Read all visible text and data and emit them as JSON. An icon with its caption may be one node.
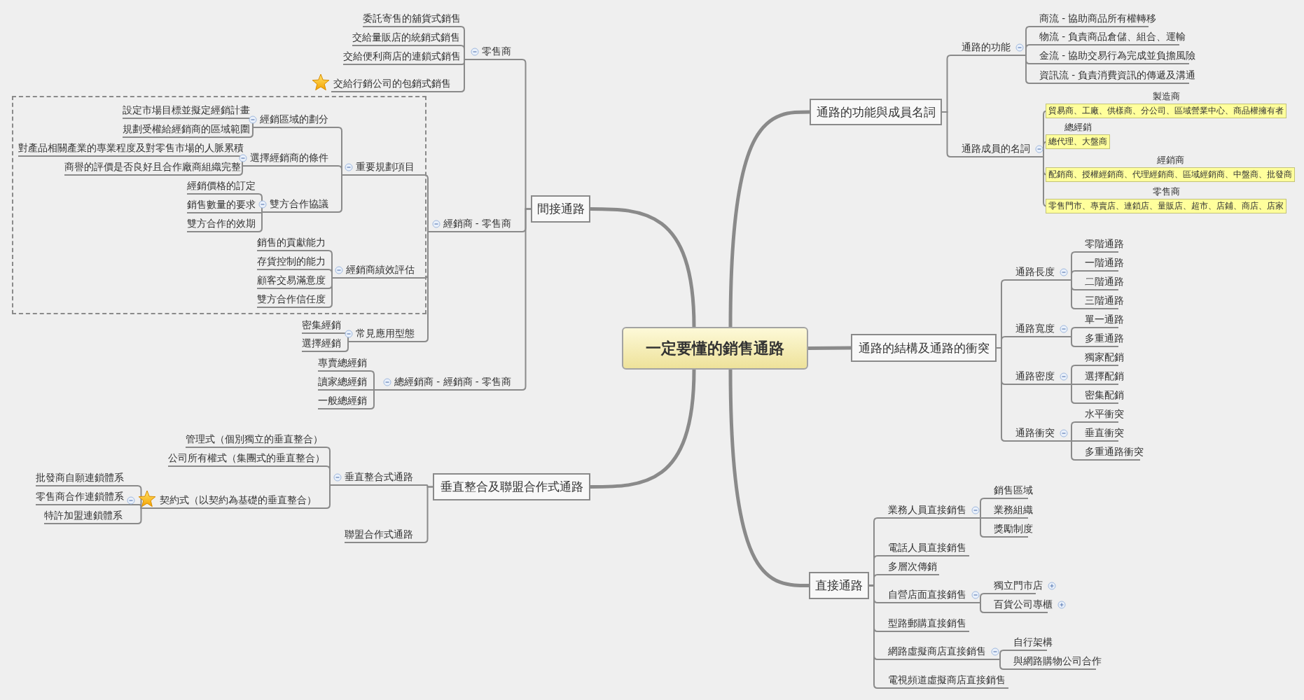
{
  "diagram": {
    "nodes": [
      {
        "text": [
          "一定要懂的銷售通路"
        ]
      },
      {
        "text": [
          "間接通路"
        ]
      },
      {
        "text": [
          "零售商"
        ]
      },
      {
        "text": [
          "委託寄售的舖貨式銷售"
        ]
      },
      {
        "text": [
          "交給量販店的統銷式銷售"
        ]
      },
      {
        "text": [
          "交給便利商店的連鎖式銷售"
        ]
      },
      {
        "text": [
          "交給行銷公司的包銷式銷售"
        ]
      },
      {
        "text": [
          "經銷商 - 零售商"
        ]
      },
      {
        "text": [
          "重要規劃項目"
        ]
      },
      {
        "text": [
          "經銷區域的劃分"
        ]
      },
      {
        "text": [
          "設定市場目標並擬定經銷計畫"
        ]
      },
      {
        "text": [
          "規劃受權給經銷商的區域範圍"
        ]
      },
      {
        "text": [
          "選擇經銷商的條件"
        ]
      },
      {
        "text": [
          "對產品相關產業的專業程度及對零售市場的人脈累積"
        ]
      },
      {
        "text": [
          "商譽的評價是否良好且合作廠商組織完整"
        ]
      },
      {
        "text": [
          "雙方合作協議"
        ]
      },
      {
        "text": [
          "經銷價格的訂定"
        ]
      },
      {
        "text": [
          "銷售數量的要求"
        ]
      },
      {
        "text": [
          "雙方合作的效期"
        ]
      },
      {
        "text": [
          "經銷商績效評估"
        ]
      },
      {
        "text": [
          "銷售的貢獻能力"
        ]
      },
      {
        "text": [
          "存貨控制的能力"
        ]
      },
      {
        "text": [
          "顧客交易滿意度"
        ]
      },
      {
        "text": [
          "雙方合作信任度"
        ]
      },
      {
        "text": [
          "常見應用型態"
        ]
      },
      {
        "text": [
          "密集經銷"
        ]
      },
      {
        "text": [
          "選擇經銷"
        ]
      },
      {
        "text": [
          "總經銷商 - 經銷商 - 零售商"
        ]
      },
      {
        "text": [
          "專賣總經銷"
        ]
      },
      {
        "text": [
          "讀家總經銷"
        ]
      },
      {
        "text": [
          "一般總經銷"
        ]
      },
      {
        "text": [
          "垂直整合及聯盟合作式通路"
        ]
      },
      {
        "text": [
          "垂直整合式通路"
        ]
      },
      {
        "text": [
          "管理式（個別獨立的垂直整合）"
        ]
      },
      {
        "text": [
          "公司所有權式（集團式的垂直整合）"
        ]
      },
      {
        "text": [
          "契約式（以契約為基礎的垂直整合）"
        ]
      },
      {
        "text": [
          "批發商自願連鎖體系"
        ]
      },
      {
        "text": [
          "零售商合作連鎖體系"
        ]
      },
      {
        "text": [
          "特許加盟連鎖體系"
        ]
      },
      {
        "text": [
          "聯盟合作式通路"
        ]
      },
      {
        "text": [
          "通路的功能與成員名詞"
        ]
      },
      {
        "text": [
          "通路的功能"
        ]
      },
      {
        "text": [
          "商流 - 協助商品所有權轉移"
        ]
      },
      {
        "text": [
          "物流 - 負責商品倉儲、組合、運輸"
        ]
      },
      {
        "text": [
          "金流 - 協助交易行為完成並負擔風險"
        ]
      },
      {
        "text": [
          "資訊流 - 負責消費資訊的傳遞及溝通"
        ]
      },
      {
        "text": [
          "通路成員的名詞"
        ]
      },
      {
        "text": [
          "製造商",
          "貿易商、工廠、供樣商、分公司、區域營業中心、商品權擁有者"
        ]
      },
      {
        "text": [
          "總經銷",
          "總代理、大盤商"
        ]
      },
      {
        "text": [
          "經銷商",
          "配銷商、授權經銷商、代理經銷商、區域經銷商、中盤商、批發商"
        ]
      },
      {
        "text": [
          "零售商",
          "零售門市、專賣店、連鎖店、量販店、超市、店鋪、商店、店家"
        ]
      },
      {
        "text": [
          "通路的結構及通路的衝突"
        ]
      },
      {
        "text": [
          "通路長度"
        ]
      },
      {
        "text": [
          "零階通路"
        ]
      },
      {
        "text": [
          "一階通路"
        ]
      },
      {
        "text": [
          "二階通路"
        ]
      },
      {
        "text": [
          "三階通路"
        ]
      },
      {
        "text": [
          "通路寬度"
        ]
      },
      {
        "text": [
          "單一通路"
        ]
      },
      {
        "text": [
          "多重通路"
        ]
      },
      {
        "text": [
          "通路密度"
        ]
      },
      {
        "text": [
          "獨家配銷"
        ]
      },
      {
        "text": [
          "選擇配銷"
        ]
      },
      {
        "text": [
          "密集配銷"
        ]
      },
      {
        "text": [
          "通路衝突"
        ]
      },
      {
        "text": [
          "水平衝突"
        ]
      },
      {
        "text": [
          "垂直衝突"
        ]
      },
      {
        "text": [
          "多重通路衝突"
        ]
      },
      {
        "text": [
          "直接通路"
        ]
      },
      {
        "text": [
          "業務人員直接銷售"
        ]
      },
      {
        "text": [
          "銷售區域"
        ]
      },
      {
        "text": [
          "業務組織"
        ]
      },
      {
        "text": [
          "獎勵制度"
        ]
      },
      {
        "text": [
          "電話人員直接銷售"
        ]
      },
      {
        "text": [
          "多層次傳銷"
        ]
      },
      {
        "text": [
          "自營店面直接銷售"
        ]
      },
      {
        "text": [
          "獨立門市店"
        ]
      },
      {
        "text": [
          "百貨公司專櫃"
        ]
      },
      {
        "text": [
          "型路郵購直接銷售"
        ]
      },
      {
        "text": [
          "網路虛擬商店直接銷售"
        ]
      },
      {
        "text": [
          "自行架構"
        ]
      },
      {
        "text": [
          "與網路購物公司合作"
        ]
      },
      {
        "text": [
          "電視頻道虛擬商店直接銷售"
        ]
      }
    ],
    "edges": [
      {
        "from": 0,
        "to": 1,
        "arrow": "none",
        "style": "thick"
      },
      {
        "from": 0,
        "to": 31,
        "arrow": "none",
        "style": "thick"
      },
      {
        "from": 0,
        "to": 40,
        "arrow": "none",
        "style": "thick"
      },
      {
        "from": 0,
        "to": 51,
        "arrow": "none",
        "style": "thick"
      },
      {
        "from": 0,
        "to": 68,
        "arrow": "none",
        "style": "thick"
      },
      {
        "from": 1,
        "to": 2,
        "arrow": "none"
      },
      {
        "from": 1,
        "to": 7,
        "arrow": "none"
      },
      {
        "from": 1,
        "to": 27,
        "arrow": "none"
      },
      {
        "from": 2,
        "to": 3,
        "arrow": "none"
      },
      {
        "from": 2,
        "to": 4,
        "arrow": "none"
      },
      {
        "from": 2,
        "to": 5,
        "arrow": "none"
      },
      {
        "from": 2,
        "to": 6,
        "arrow": "none"
      },
      {
        "from": 7,
        "to": 8,
        "arrow": "none"
      },
      {
        "from": 7,
        "to": 19,
        "arrow": "none"
      },
      {
        "from": 7,
        "to": 24,
        "arrow": "none"
      },
      {
        "from": 8,
        "to": 9,
        "arrow": "none"
      },
      {
        "from": 8,
        "to": 12,
        "arrow": "none"
      },
      {
        "from": 8,
        "to": 15,
        "arrow": "none"
      },
      {
        "from": 9,
        "to": 10,
        "arrow": "none"
      },
      {
        "from": 9,
        "to": 11,
        "arrow": "none"
      },
      {
        "from": 12,
        "to": 13,
        "arrow": "none"
      },
      {
        "from": 12,
        "to": 14,
        "arrow": "none"
      },
      {
        "from": 15,
        "to": 16,
        "arrow": "none"
      },
      {
        "from": 15,
        "to": 17,
        "arrow": "none"
      },
      {
        "from": 15,
        "to": 18,
        "arrow": "none"
      },
      {
        "from": 19,
        "to": 20,
        "arrow": "none"
      },
      {
        "from": 19,
        "to": 21,
        "arrow": "none"
      },
      {
        "from": 19,
        "to": 22,
        "arrow": "none"
      },
      {
        "from": 19,
        "to": 23,
        "arrow": "none"
      },
      {
        "from": 24,
        "to": 25,
        "arrow": "none"
      },
      {
        "from": 24,
        "to": 26,
        "arrow": "none"
      },
      {
        "from": 27,
        "to": 28,
        "arrow": "none"
      },
      {
        "from": 27,
        "to": 29,
        "arrow": "none"
      },
      {
        "from": 27,
        "to": 30,
        "arrow": "none"
      },
      {
        "from": 31,
        "to": 32,
        "arrow": "none"
      },
      {
        "from": 31,
        "to": 39,
        "arrow": "none"
      },
      {
        "from": 32,
        "to": 33,
        "arrow": "none"
      },
      {
        "from": 32,
        "to": 34,
        "arrow": "none"
      },
      {
        "from": 32,
        "to": 35,
        "arrow": "none"
      },
      {
        "from": 35,
        "to": 36,
        "arrow": "none"
      },
      {
        "from": 35,
        "to": 37,
        "arrow": "none"
      },
      {
        "from": 35,
        "to": 38,
        "arrow": "none"
      },
      {
        "from": 40,
        "to": 41,
        "arrow": "none"
      },
      {
        "from": 40,
        "to": 46,
        "arrow": "none"
      },
      {
        "from": 41,
        "to": 42,
        "arrow": "none"
      },
      {
        "from": 41,
        "to": 43,
        "arrow": "none"
      },
      {
        "from": 41,
        "to": 44,
        "arrow": "none"
      },
      {
        "from": 41,
        "to": 45,
        "arrow": "none"
      },
      {
        "from": 46,
        "to": 47,
        "arrow": "none"
      },
      {
        "from": 46,
        "to": 48,
        "arrow": "none"
      },
      {
        "from": 46,
        "to": 49,
        "arrow": "none"
      },
      {
        "from": 46,
        "to": 50,
        "arrow": "none"
      },
      {
        "from": 51,
        "to": 52,
        "arrow": "none"
      },
      {
        "from": 51,
        "to": 57,
        "arrow": "none"
      },
      {
        "from": 51,
        "to": 60,
        "arrow": "none"
      },
      {
        "from": 51,
        "to": 64,
        "arrow": "none"
      },
      {
        "from": 52,
        "to": 53,
        "arrow": "none"
      },
      {
        "from": 52,
        "to": 54,
        "arrow": "none"
      },
      {
        "from": 52,
        "to": 55,
        "arrow": "none"
      },
      {
        "from": 52,
        "to": 56,
        "arrow": "none"
      },
      {
        "from": 57,
        "to": 58,
        "arrow": "none"
      },
      {
        "from": 57,
        "to": 59,
        "arrow": "none"
      },
      {
        "from": 60,
        "to": 61,
        "arrow": "none"
      },
      {
        "from": 60,
        "to": 62,
        "arrow": "none"
      },
      {
        "from": 60,
        "to": 63,
        "arrow": "none"
      },
      {
        "from": 64,
        "to": 65,
        "arrow": "none"
      },
      {
        "from": 64,
        "to": 66,
        "arrow": "none"
      },
      {
        "from": 64,
        "to": 67,
        "arrow": "none"
      },
      {
        "from": 68,
        "to": 69,
        "arrow": "none"
      },
      {
        "from": 68,
        "to": 73,
        "arrow": "none"
      },
      {
        "from": 68,
        "to": 74,
        "arrow": "none"
      },
      {
        "from": 68,
        "to": 75,
        "arrow": "none"
      },
      {
        "from": 68,
        "to": 78,
        "arrow": "none"
      },
      {
        "from": 68,
        "to": 79,
        "arrow": "none"
      },
      {
        "from": 68,
        "to": 82,
        "arrow": "none"
      },
      {
        "from": 69,
        "to": 70,
        "arrow": "none"
      },
      {
        "from": 69,
        "to": 71,
        "arrow": "none"
      },
      {
        "from": 69,
        "to": 72,
        "arrow": "none"
      },
      {
        "from": 75,
        "to": 76,
        "arrow": "none"
      },
      {
        "from": 75,
        "to": 77,
        "arrow": "none"
      },
      {
        "from": 79,
        "to": 80,
        "arrow": "none"
      },
      {
        "from": 79,
        "to": 81,
        "arrow": "none"
      }
    ]
  }
}
